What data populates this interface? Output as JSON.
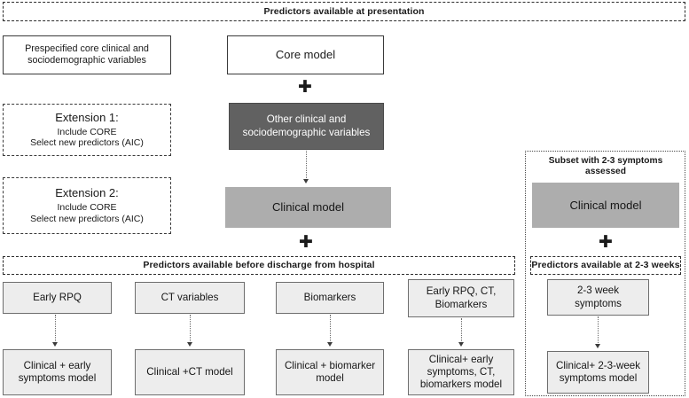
{
  "banners": {
    "presentation": "Predictors available at presentation",
    "discharge": "Predictors available before discharge from hospital",
    "weeks": "Predictors available at 2-3 weeks"
  },
  "top_row": {
    "prespecified": "Prespecified core clinical and sociodemographic variables",
    "core_model": "Core model"
  },
  "extensions": [
    {
      "title": "Extension 1:",
      "line1": "Include CORE",
      "line2": "Select new predictors (AIC)"
    },
    {
      "title": "Extension 2:",
      "line1": "Include CORE",
      "line2": "Select new predictors (AIC)"
    }
  ],
  "center": {
    "other_vars": "Other clinical and sociodemographic variables",
    "clinical_model": "Clinical model"
  },
  "subset_panel": {
    "heading": "Subset with 2-3 symptoms assessed",
    "clinical_model": "Clinical model"
  },
  "predictor_boxes": [
    {
      "label": "Early RPQ"
    },
    {
      "label": "CT variables"
    },
    {
      "label": "Biomarkers"
    },
    {
      "label": "Early RPQ, CT, Biomarkers"
    },
    {
      "label": "2-3 week symptoms"
    }
  ],
  "model_boxes": [
    {
      "label": "Clinical + early symptoms model"
    },
    {
      "label": "Clinical +CT model"
    },
    {
      "label": "Clinical + biomarker model"
    },
    {
      "label": "Clinical+ early symptoms, CT, biomarkers model"
    },
    {
      "label": "Clinical+ 2-3-week symptoms model"
    }
  ],
  "symbols": {
    "plus": "✚"
  },
  "colors": {
    "dark_gray": "#616161",
    "medium_gray": "#adadad",
    "light_gray": "#ededed",
    "border_dark": "#3a3a3a",
    "white": "#ffffff"
  }
}
